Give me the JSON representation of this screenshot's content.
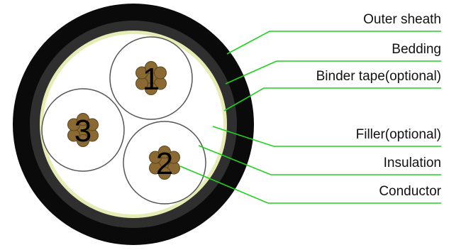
{
  "labels": {
    "outer_sheath": "Outer sheath",
    "bedding": "Bedding",
    "binder_tape": "Binder tape(optional)",
    "filler": "Filler(optional)",
    "insulation": "Insulation",
    "conductor": "Conductor"
  },
  "cores": [
    {
      "number": "1"
    },
    {
      "number": "2"
    },
    {
      "number": "3"
    }
  ],
  "colors": {
    "sheath": "#0a0a0a",
    "bedding": "#2f2f2f",
    "binder_tape": "#e6ecb4",
    "filler": "#ffffff",
    "insulation_outline": "#555555",
    "conductor": "#8a6a32",
    "leader_line": "#1fd11f"
  }
}
